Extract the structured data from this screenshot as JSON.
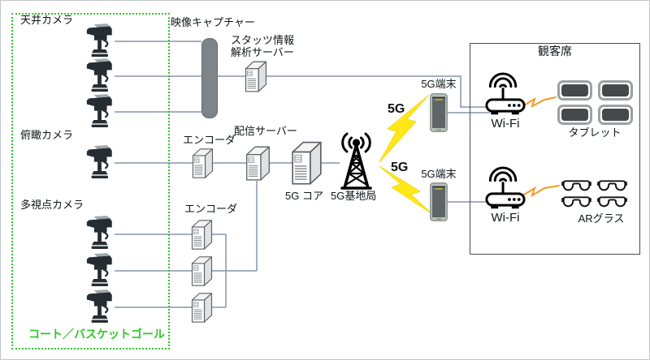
{
  "court_zone": {
    "label": "コート／バスケットゴール",
    "camera_groups": [
      {
        "label": "天井カメラ",
        "count": 3
      },
      {
        "label": "俯瞰カメラ",
        "count": 1
      },
      {
        "label": "多視点カメラ",
        "count": 3
      }
    ]
  },
  "pipeline": {
    "video_capture": {
      "label": "映像キャプチャー"
    },
    "stats_server": {
      "label_line1": "スタッツ情報",
      "label_line2": "解析サーバー"
    },
    "encoder_single": {
      "label": "エンコーダ"
    },
    "encoder_group": {
      "label": "エンコーダ",
      "count": 3
    },
    "distribution_server": {
      "label": "配信サーバー"
    },
    "core": {
      "label": "5G コア"
    },
    "base_station": {
      "label": "5G基地局"
    }
  },
  "wireless_links": [
    {
      "label": "5G"
    },
    {
      "label": "5G"
    }
  ],
  "receivers": [
    {
      "terminal_label": "5G端末",
      "wifi_label": "Wi-Fi",
      "devices_label": "タブレット",
      "device_count": 4
    },
    {
      "terminal_label": "5G端末",
      "wifi_label": "Wi-Fi",
      "devices_label": "ARグラス",
      "device_count": 4
    }
  ],
  "audience_zone": {
    "label": "観客席"
  },
  "icons": {
    "camera": "tv-camera-icon",
    "server": "server-tower-icon",
    "capture": "capture-bar",
    "base_station": "antenna-tower-icon",
    "terminal": "smartphone-icon",
    "wifi": "wifi-router-icon",
    "tablet": "tablet-icon",
    "ar_glasses": "ar-glasses-icon",
    "bolt": "lightning-bolt-icon",
    "wifi_link": "orange-zigzag-link"
  },
  "colors": {
    "court_green": "#2dc926",
    "wire_gray_blue": "#8595ab",
    "bolt_yellow": "#ffe819",
    "wifi_link_orange": "#f59a23",
    "device_slate": "#45494c",
    "capture_bar_gray": "#7f8488"
  }
}
